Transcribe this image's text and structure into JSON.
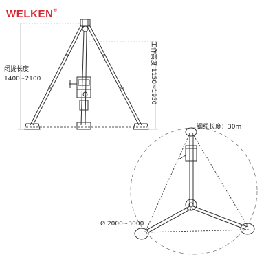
{
  "brand": {
    "name": "WELKEN",
    "mark": "®",
    "color": "#d7282f"
  },
  "side_view": {
    "closed_length_label": "闭拢长度:",
    "closed_length_value": "1400~2100",
    "working_height_label": "工作高度:1150~1950"
  },
  "top_view": {
    "cable_length_label": "钢缆长度：30m",
    "diameter_label": "Ø 2000~3000"
  },
  "colors": {
    "line": "#333333",
    "dim": "#888888",
    "dash": "#555555"
  }
}
